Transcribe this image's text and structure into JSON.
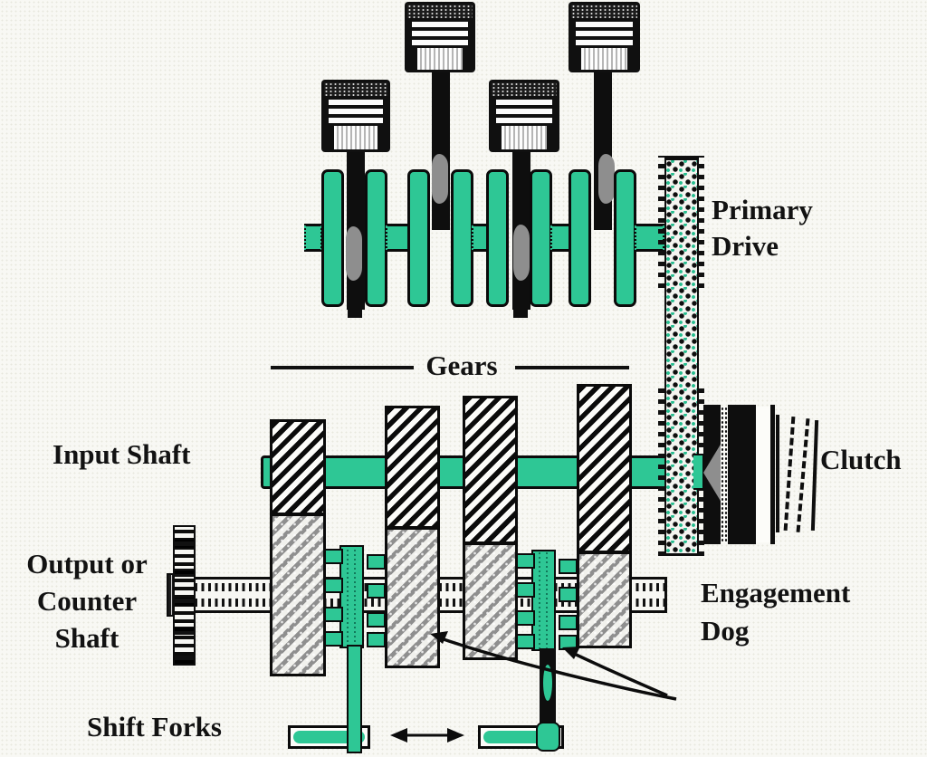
{
  "labels": {
    "primary_drive": {
      "line1": "Primary",
      "line2": "Drive"
    },
    "gears": "Gears",
    "input_shaft": "Input Shaft",
    "clutch": "Clutch",
    "output_shaft": {
      "line1": "Output or",
      "line2": "Counter",
      "line3": "Shaft"
    },
    "engagement_dog": {
      "line1": "Engagement",
      "line2": "Dog"
    },
    "shift_forks": "Shift Forks"
  },
  "colors": {
    "teal": "#2EC795",
    "ink": "#0d0d0d",
    "gray": "#8e8e8e",
    "background": "#f8f8f4"
  },
  "components": {
    "pistons": 4,
    "crank_throws": 4,
    "gears_on_input_shaft": 4,
    "gears_on_output_shaft": 4,
    "engagement_dogs": 2,
    "shift_forks": 2
  }
}
